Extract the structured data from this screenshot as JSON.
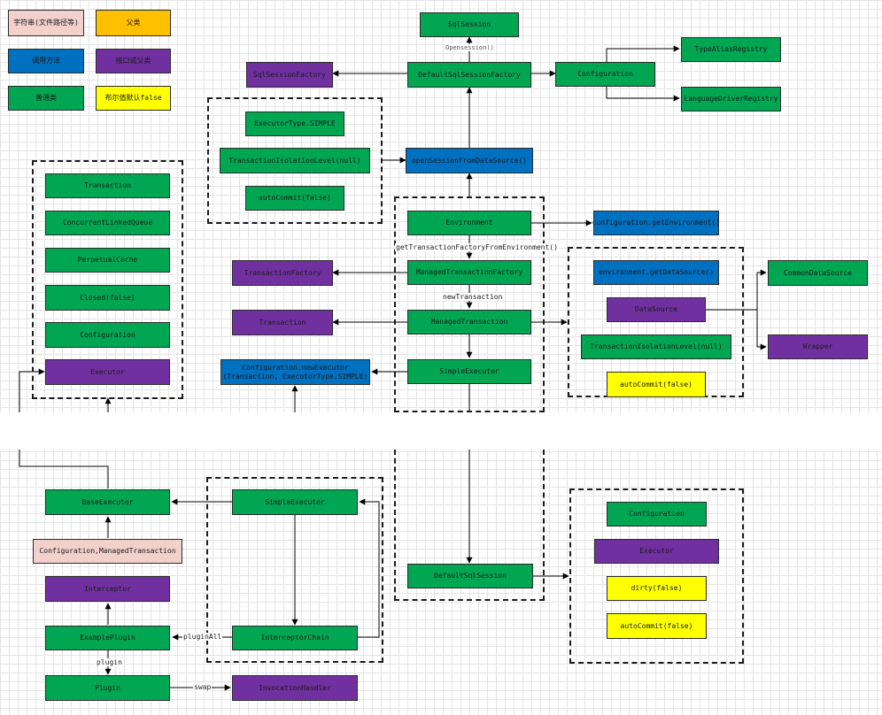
{
  "legend": {
    "string": "字符串(文件路径等)",
    "parent": "父类",
    "method": "调用方法",
    "interface": "接口或父类",
    "normal": "普通类",
    "boolean": "布尔值默认false"
  },
  "nodes": {
    "sqlSession": "SqlSession",
    "defaultSqlSessionFactory": "DefaultSqlSessionFactory",
    "sqlSessionFactory": "SqlSessionFactory",
    "configuration": "Configuration",
    "typeAliasRegistry": "TypeAliasRegistry",
    "languageDriverRegistry": "LanguageDriverRegistry",
    "executorTypeSimple": "ExecutorType.SIMPLE",
    "transactionIsolationLevelNull": "TransactionIsolationLevel(null)",
    "autoCommitFalse1": "autoCommit(false)",
    "openSessionFromDataSource": "openSessionFromDataSource()",
    "transactionLeft": "Transaction",
    "concurrentLinkedQueue": "ConcurrentLinkedQueue",
    "perpetualCache": "PerpetualCache",
    "closedFalse": "Closed(false)",
    "configurationLeft": "Configuration",
    "executorLeft": "Executor",
    "environment": "Environment",
    "configurationGetEnvironment": "configuration.getEnvironment()",
    "managedTransactionFactory": "ManagedTransactionFactory",
    "transactionFactory": "TransactionFactory",
    "environmentGetDataSource": "environment.getDataSource()",
    "commonDataSource": "CommonDataSource",
    "dataSource": "DataSource",
    "managedTransaction": "ManagedTransaction",
    "transactionMid": "Transaction",
    "transactionIsolationLevelNull2": "TransactionIsolationLevel(null)",
    "wrapper": "Wrapper",
    "simpleExecutorTop": "SimpleExecutor",
    "configurationNewExecutor": "Configuration.newExecutor\n(Transaction, ExecutorType.SIMPLE)",
    "autoCommitFalse2": "autoCommit(false)",
    "baseExecutor": "BaseExecutor",
    "simpleExecutorBottom": "SimpleExecutor",
    "configurationManagedTransaction": "Configuration,ManagedTransaction",
    "interceptor": "Interceptor",
    "examplePlugin": "ExamplePlugin",
    "interceptorChain": "InterceptorChain",
    "plugin": "Plugin",
    "invocationHandler": "InvocationHandler",
    "defaultSqlSession": "DefaultSqlSession",
    "configurationRight": "Configuration",
    "executorRight": "Executor",
    "dirtyFalse": "dirty(false)",
    "autoCommitFalse3": "autoCommit(false)"
  },
  "edgeLabels": {
    "openSession": "Opensession()",
    "getTransactionFactory": "getTransactionFactoryFromEnvironment()",
    "newTransaction": "newTransaction",
    "pluginAll": "pluginAll",
    "plugin": "plugin",
    "swap": "swap"
  }
}
